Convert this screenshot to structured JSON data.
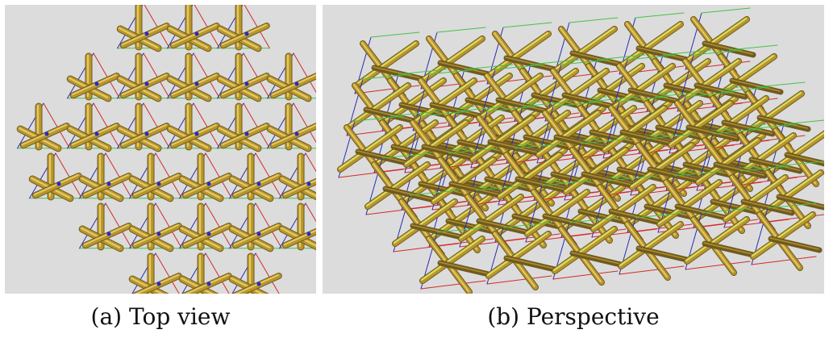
{
  "colors": {
    "background": "#dcdcdc",
    "strut_gold": "#b8952a",
    "strut_gold_light": "#e7cf6c",
    "strut_green_light": "#dbe76b",
    "strut_dark": "#6f5a22",
    "tendon_red": "#d42a2a",
    "tendon_green": "#45c245",
    "tendon_blue": "#2a2ab8",
    "node_blue": "#2a2ac8"
  },
  "figures": [
    {
      "id": "a",
      "caption_label": "(a)",
      "caption_text": "Top view"
    },
    {
      "id": "b",
      "caption_label": "(b)",
      "caption_text": "Perspective"
    }
  ]
}
